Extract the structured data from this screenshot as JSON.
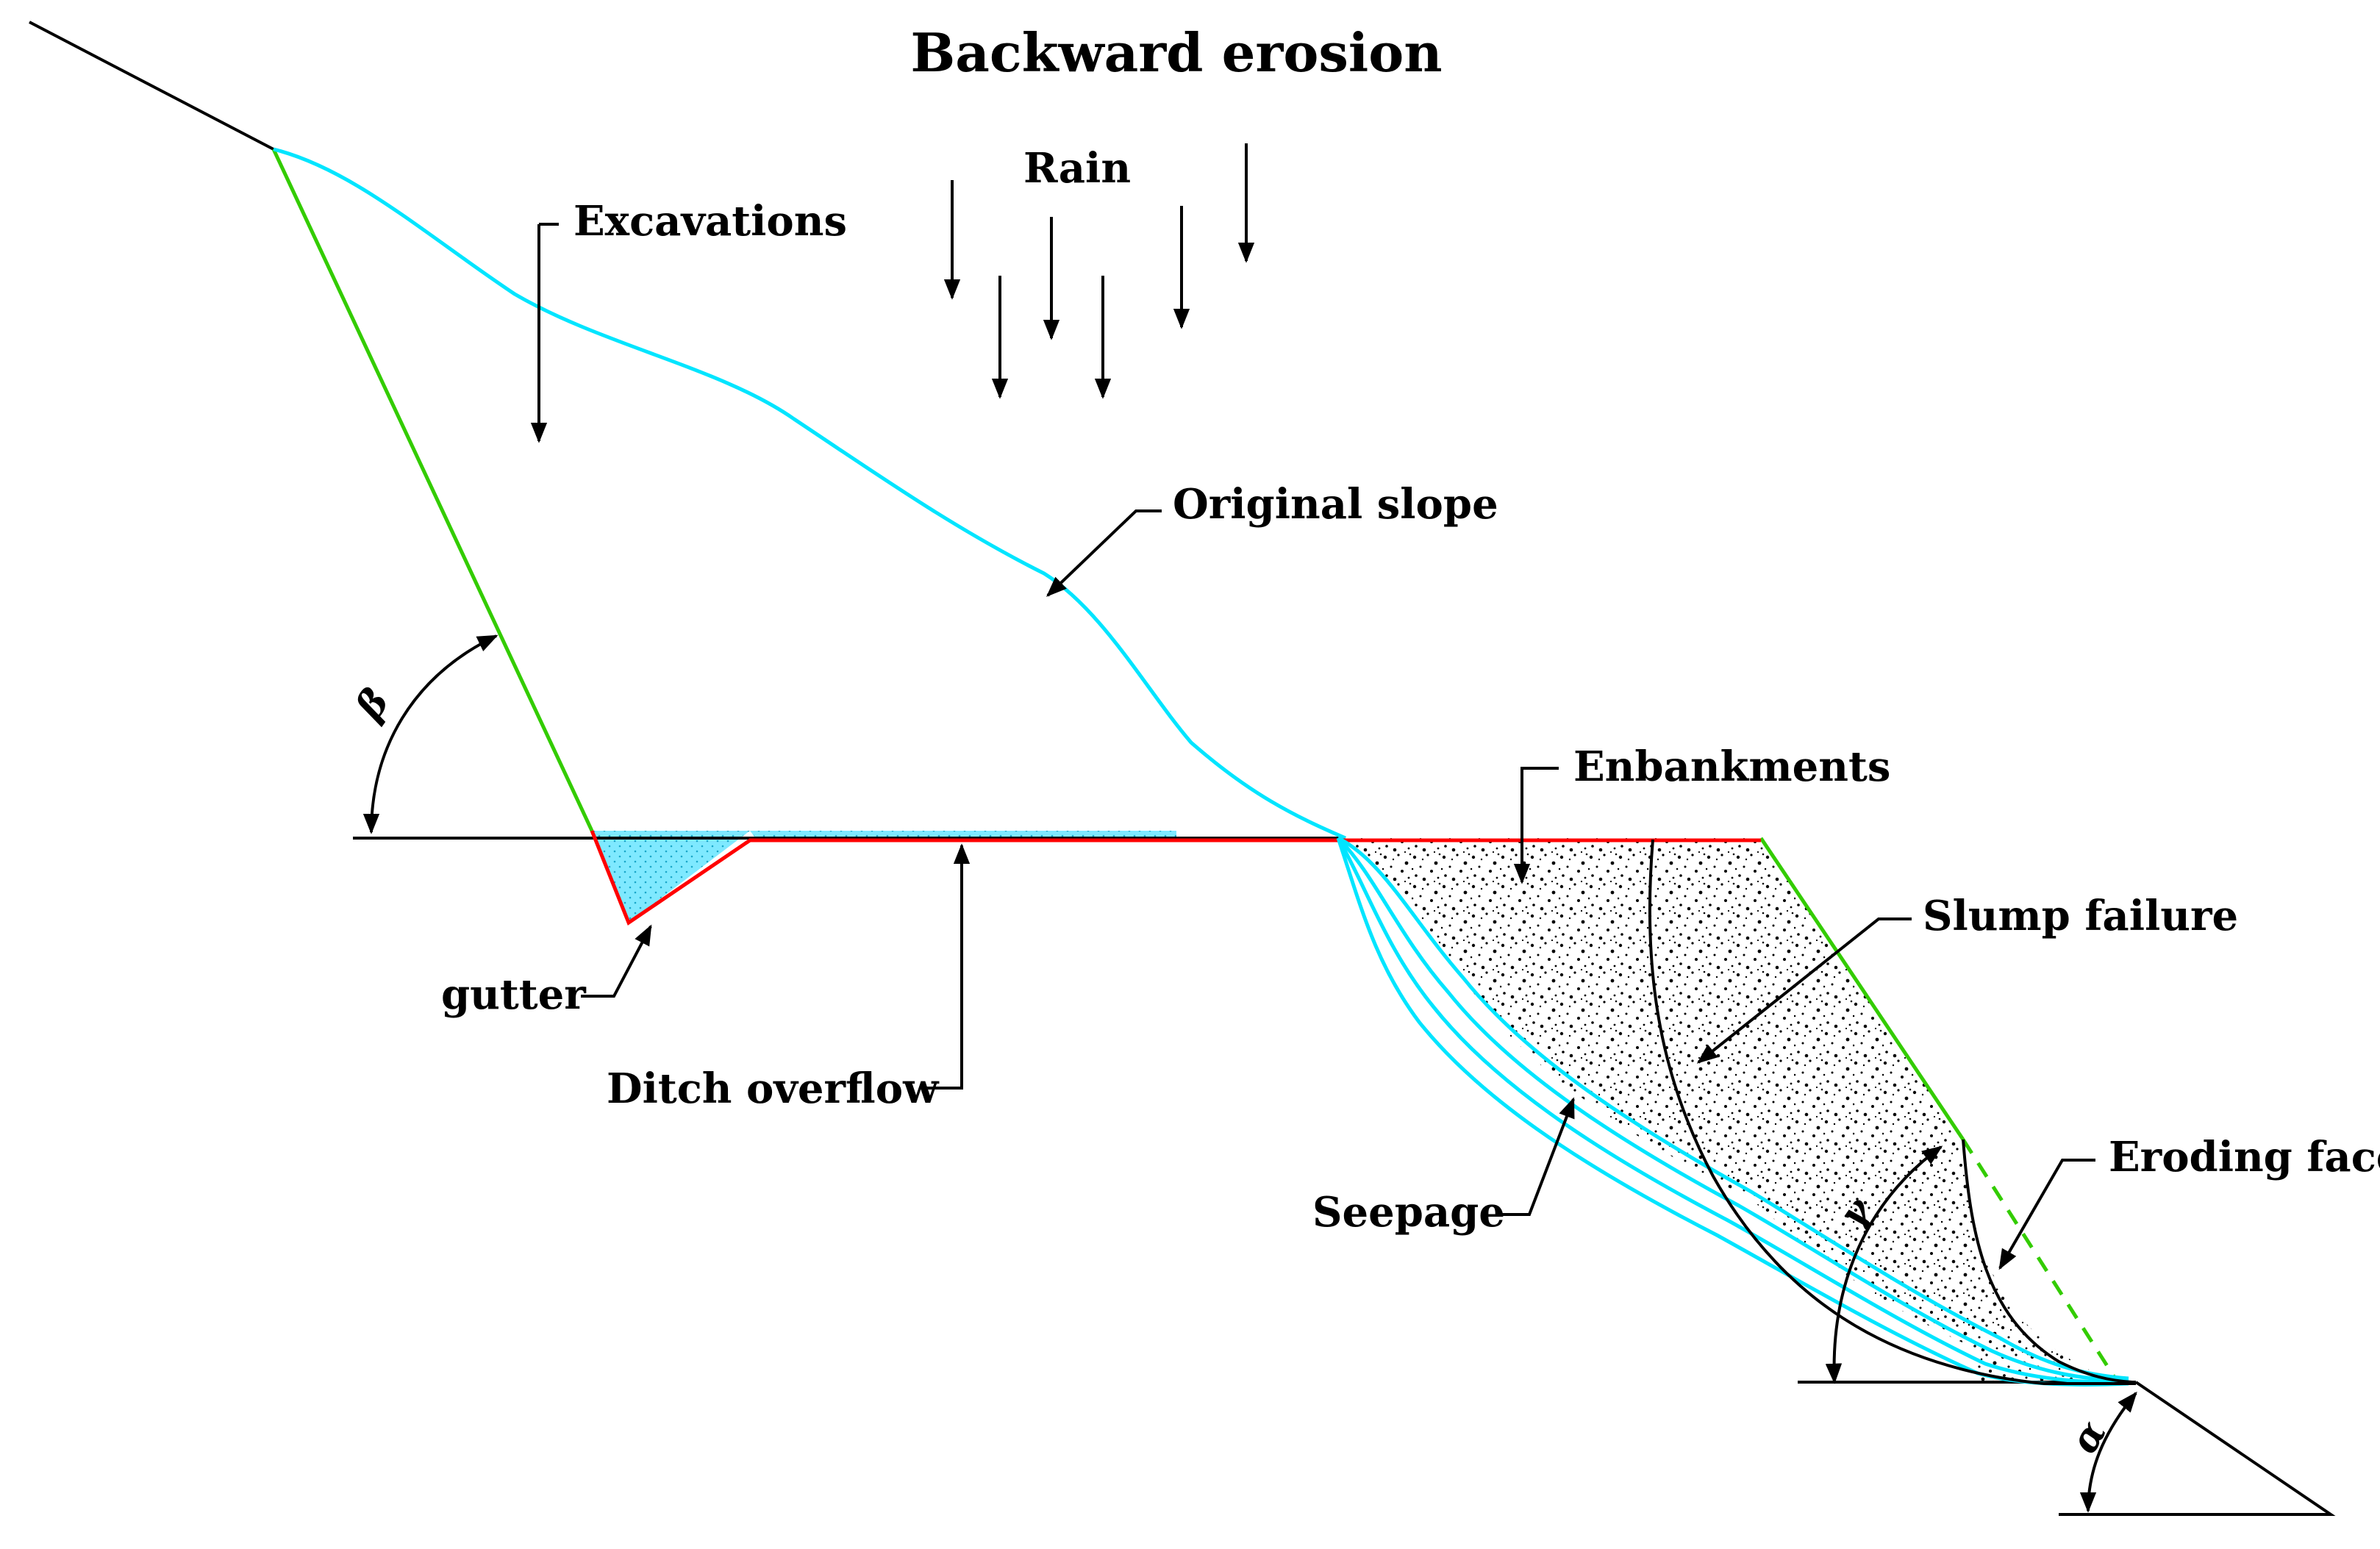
{
  "title": "Backward erosion",
  "labels": {
    "rain": "Rain",
    "excavations": "Excavations",
    "original_slope": "Original slope",
    "enbankments": "Enbankments",
    "slump_failure": "Slump failure",
    "eroding_face": "Eroding face",
    "gutter": "gutter",
    "ditch_overflow": "Ditch overflow",
    "seepage": "Seepage"
  },
  "angles": {
    "beta": "β",
    "gamma": "γ",
    "alpha": "α"
  },
  "colors": {
    "ground_line": "#000000",
    "cut_slope": "#33cc00",
    "original_slope": "#00e5ff",
    "ditch_outline": "#ff0000",
    "water_fill": "#7fe9ff",
    "embankment_speckle": "#000000"
  }
}
